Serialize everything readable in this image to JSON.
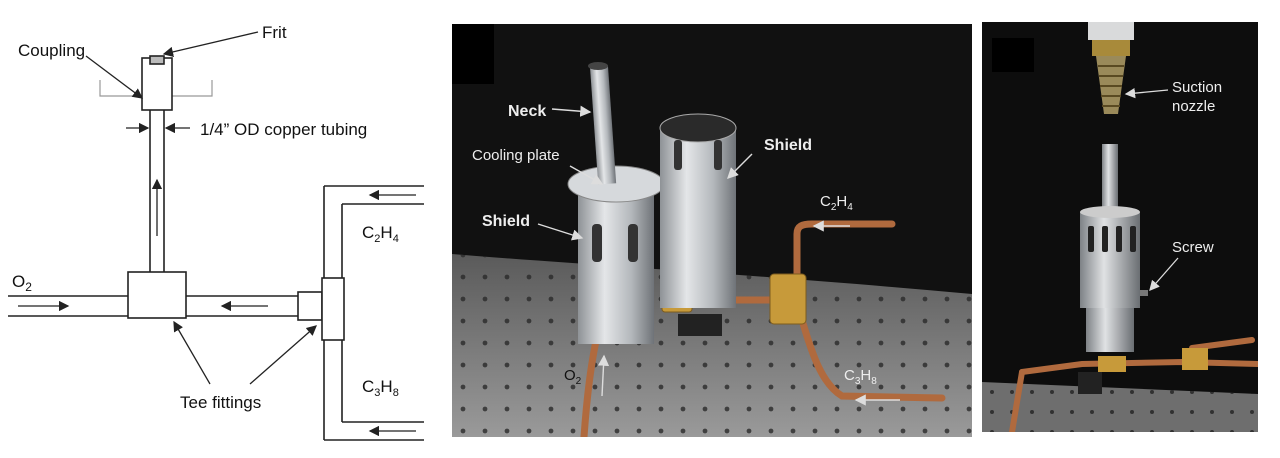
{
  "schematic": {
    "labels": {
      "frit": "Frit",
      "coupling": "Coupling",
      "tubing": "1/4” OD copper tubing",
      "o2": "O",
      "o2_sub": "2",
      "c2h4": {
        "a": "C",
        "a_sub": "2",
        "b": "H",
        "b_sub": "4"
      },
      "c3h8": {
        "a": "C",
        "a_sub": "3",
        "b": "H",
        "b_sub": "8"
      },
      "tee_fittings": "Tee fittings"
    }
  },
  "photo_left": {
    "labels": {
      "neck": "Neck",
      "cooling_plate": "Cooling plate",
      "shield_left": "Shield",
      "shield_right": "Shield",
      "c2h4": {
        "a": "C",
        "a_sub": "2",
        "b": "H",
        "b_sub": "4"
      },
      "c3h8": {
        "a": "C",
        "a_sub": "3",
        "b": "H",
        "b_sub": "8"
      },
      "o2": {
        "a": "O",
        "a_sub": "2"
      }
    },
    "colors": {
      "background": "#111111",
      "table": "#8a8a8a",
      "copper": "#b06a3e",
      "aluminum": "#c9ccd0"
    }
  },
  "photo_right": {
    "labels": {
      "suction_nozzle": "Suction\nnozzle",
      "suction_nozzle_line1": "Suction",
      "suction_nozzle_line2": "nozzle",
      "screw": "Screw"
    },
    "colors": {
      "background": "#0d0d0d",
      "copper": "#b06a3e",
      "aluminum": "#c3c6ca"
    }
  }
}
